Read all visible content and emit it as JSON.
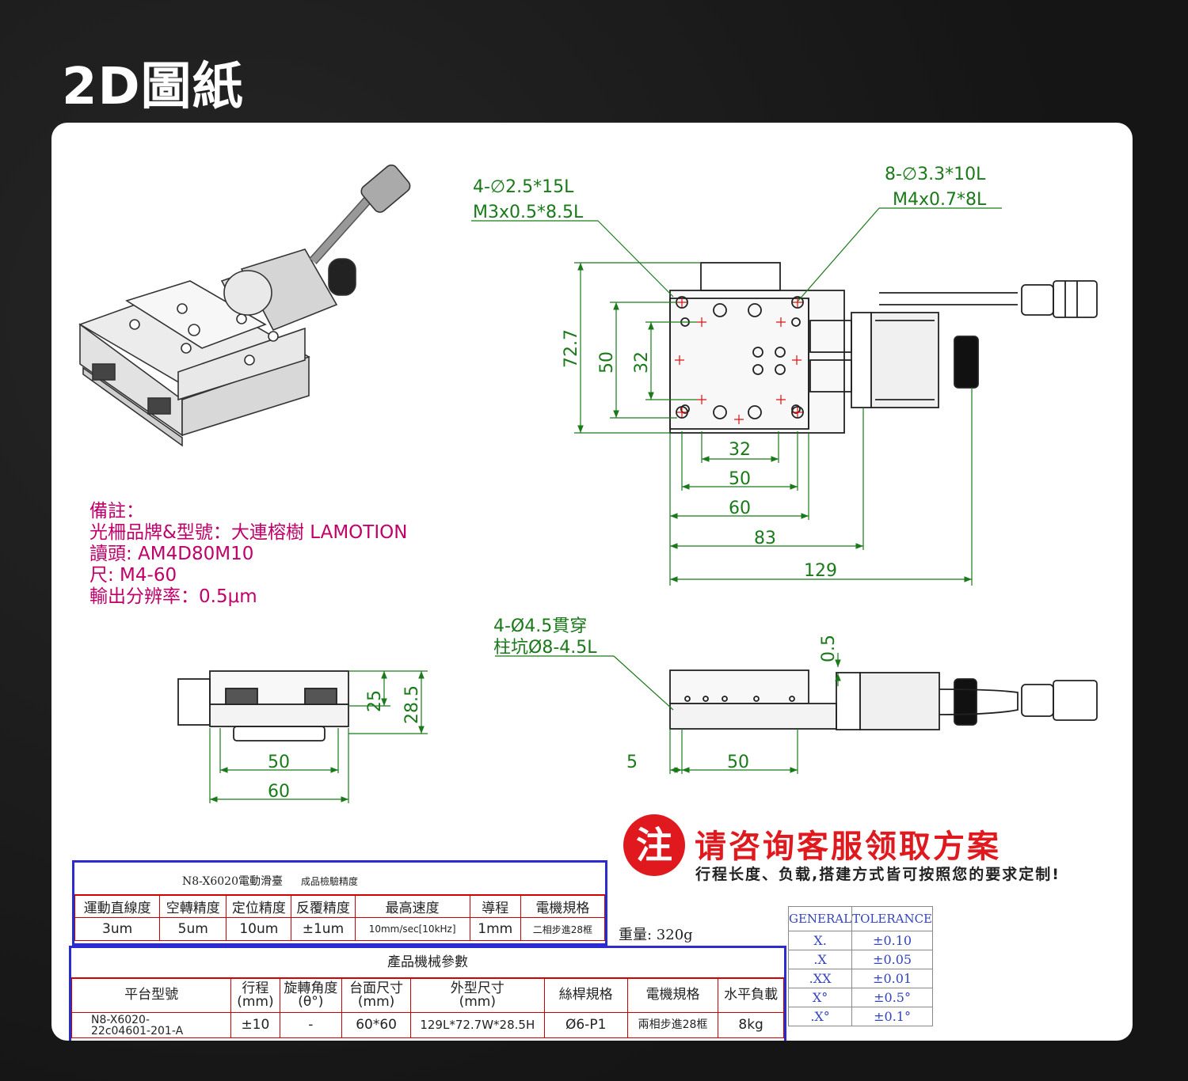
{
  "title": "2D圖紙",
  "top_view": {
    "callout_left_line1": "4-∅2.5*15L",
    "callout_left_line2": "M3x0.5*8.5L",
    "callout_right_line1": "8-∅3.3*10L",
    "callout_right_line2": "M4x0.7*8L",
    "dim_height_outer": "72.7",
    "dim_height_mid": "50",
    "dim_height_inner": "32",
    "dim_w1": "32",
    "dim_w2": "50",
    "dim_w3": "60",
    "dim_w4": "83",
    "dim_w5": "129"
  },
  "notes": {
    "line1": "備註：",
    "line2": "光柵品牌&型號：大連榕樹 LAMOTION",
    "line3": "讀頭: AM4D80M10",
    "line4": "尺: M4-60",
    "line5": "輸出分辨率：0.5μm"
  },
  "end_view": {
    "dim_h1": "25",
    "dim_h2": "28.5",
    "dim_w1": "50",
    "dim_w2": "60"
  },
  "side_view": {
    "callout_line1": "4-Ø4.5貫穿",
    "callout_line2": "柱坑Ø8-4.5L",
    "dim_gap": "0.5",
    "dim_offset": "5",
    "dim_w": "50"
  },
  "notice": {
    "badge": "注",
    "title": "请咨询客服领取方案",
    "subtitle": "行程长度、负载,搭建方式皆可按照您的要求定制!"
  },
  "precision_table": {
    "title_model": "N8-X6020電動滑臺",
    "title_label": "成品檢驗精度",
    "headers": [
      "運動直線度",
      "空轉精度",
      "定位精度",
      "反覆精度",
      "最高速度",
      "導程",
      "電機規格"
    ],
    "values": [
      "3um",
      "5um",
      "10um",
      "±1um",
      "10mm/sec[10kHz]",
      "1mm",
      "二相步進28框"
    ]
  },
  "weight": "重量: 320g",
  "mech_table": {
    "title": "產品機械參數",
    "headers": [
      "平台型號",
      "行程\n(mm)",
      "旋轉角度\n(θ°)",
      "台面尺寸\n(mm)",
      "外型尺寸\n(mm)",
      "絲桿規格",
      "電機規格",
      "水平負載"
    ],
    "values": [
      "N8-X6020-\n22c04601-201-A",
      "±10",
      "-",
      "60*60",
      "129L*72.7W*28.5H",
      "Ø6-P1",
      "兩相步進28框",
      "8kg"
    ]
  },
  "tolerance_table": {
    "header_left": "GENERAL",
    "header_right": "TOLERANCE",
    "rows": [
      [
        "X.",
        "±0.10"
      ],
      [
        ".X",
        "±0.05"
      ],
      [
        ".XX",
        "±0.01"
      ],
      [
        "X°",
        "±0.5°"
      ],
      [
        ".X°",
        "±0.1°"
      ]
    ]
  }
}
